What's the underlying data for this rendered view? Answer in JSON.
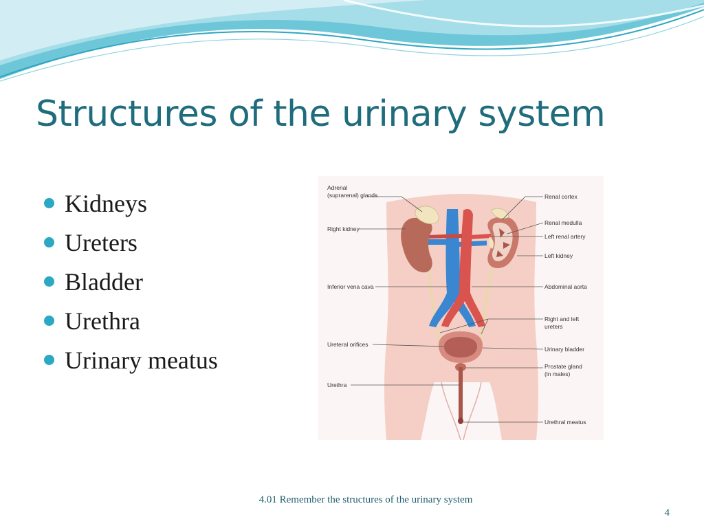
{
  "slide": {
    "title": "Structures of the urinary system",
    "bullets": [
      "Kidneys",
      "Ureters",
      "Bladder",
      "Urethra",
      "Urinary meatus"
    ],
    "footer": "4.01 Remember the structures of the urinary system",
    "page_number": "4"
  },
  "diagram": {
    "labels": {
      "adrenal_1": "Adrenal",
      "adrenal_2": "(suprarenal) glands",
      "right_kidney": "Right kidney",
      "inferior_vena_cava": "Inferior vena cava",
      "ureteral_orifices": "Ureteral orifices",
      "urethra": "Urethra",
      "renal_cortex": "Renal cortex",
      "renal_medulla": "Renal medulla",
      "left_renal_artery": "Left renal artery",
      "left_kidney": "Left kidney",
      "abdominal_aorta": "Abdominal aorta",
      "ureters_1": "Right and left",
      "ureters_2": "ureters",
      "urinary_bladder": "Urinary bladder",
      "prostate_1": "Prostate gland",
      "prostate_2": "(in males)",
      "urethral_meatus": "Urethral meatus"
    }
  },
  "colors": {
    "title": "#1f6d7c",
    "bullet": "#2aa8c4",
    "vein": "#3a86d0",
    "artery": "#d9534f",
    "kidney": "#b86a5a",
    "body": "#f5cfc5"
  }
}
